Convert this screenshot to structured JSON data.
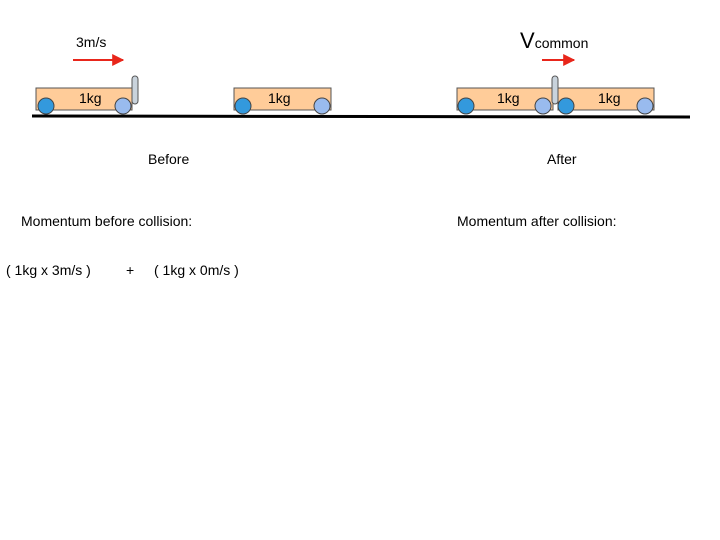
{
  "before": {
    "velocity_label": "3m/s",
    "caption": "Before",
    "momentum_heading": "Momentum before collision:",
    "term1": "( 1kg  x 3m/s )",
    "plus": "+",
    "term2": "( 1kg  x 0m/s )",
    "cart_a_mass": "1kg",
    "cart_b_mass": "1kg"
  },
  "after": {
    "velocity_symbol": "V",
    "velocity_subscript": "common",
    "caption": "After",
    "momentum_heading": "Momentum after collision:",
    "cart_a_mass": "1kg",
    "cart_b_mass": "1kg"
  },
  "colors": {
    "arrow": "#e8261b",
    "cart_body": "#ffcc99",
    "front_wheel": "#3399dd",
    "rear_wheel": "#99bbee",
    "buffer": "#c9d3dc",
    "track": "#000000"
  }
}
